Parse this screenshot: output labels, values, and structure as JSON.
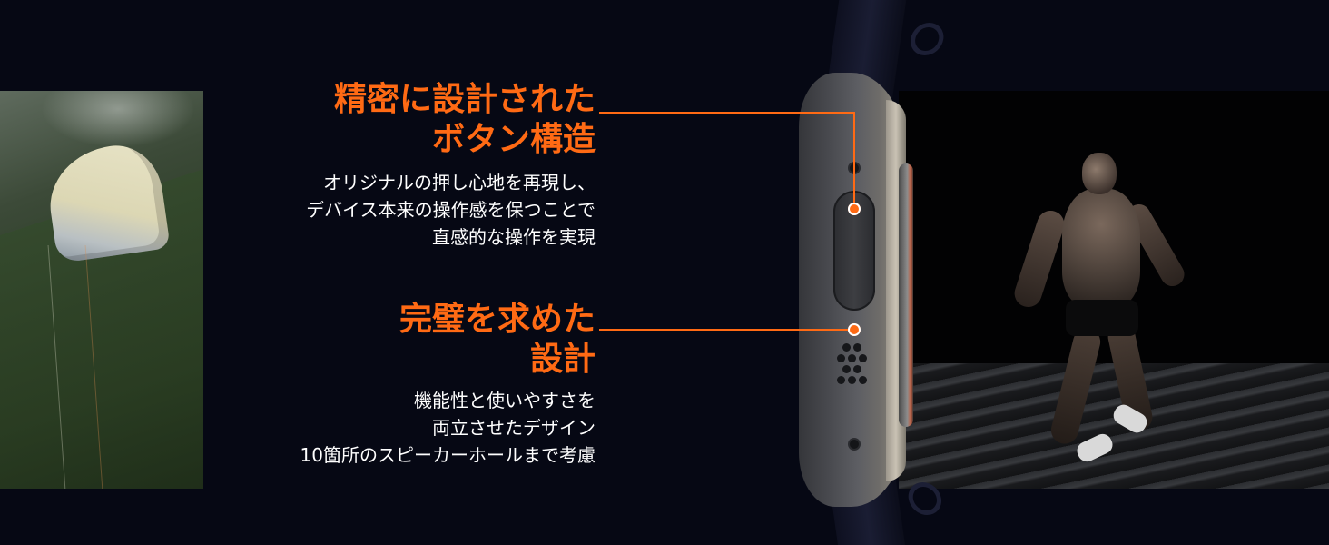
{
  "feature1": {
    "title_line1": "精密に設計された",
    "title_line2": "ボタン構造",
    "desc_line1": "オリジナルの押し心地を再現し、",
    "desc_line2": "デバイス本来の操作感を保つことで",
    "desc_line3": "直感的な操作を実現"
  },
  "feature2": {
    "title_line1": "完璧を求めた",
    "title_line2": "設計",
    "desc_line1": "機能性と使いやすさを",
    "desc_line2": "両立させたデザイン",
    "desc_line3": "10箇所のスピーカーホールまで考慮"
  },
  "colors": {
    "accent": "#ff6a14",
    "background": "#060814",
    "text": "#ffffff"
  }
}
